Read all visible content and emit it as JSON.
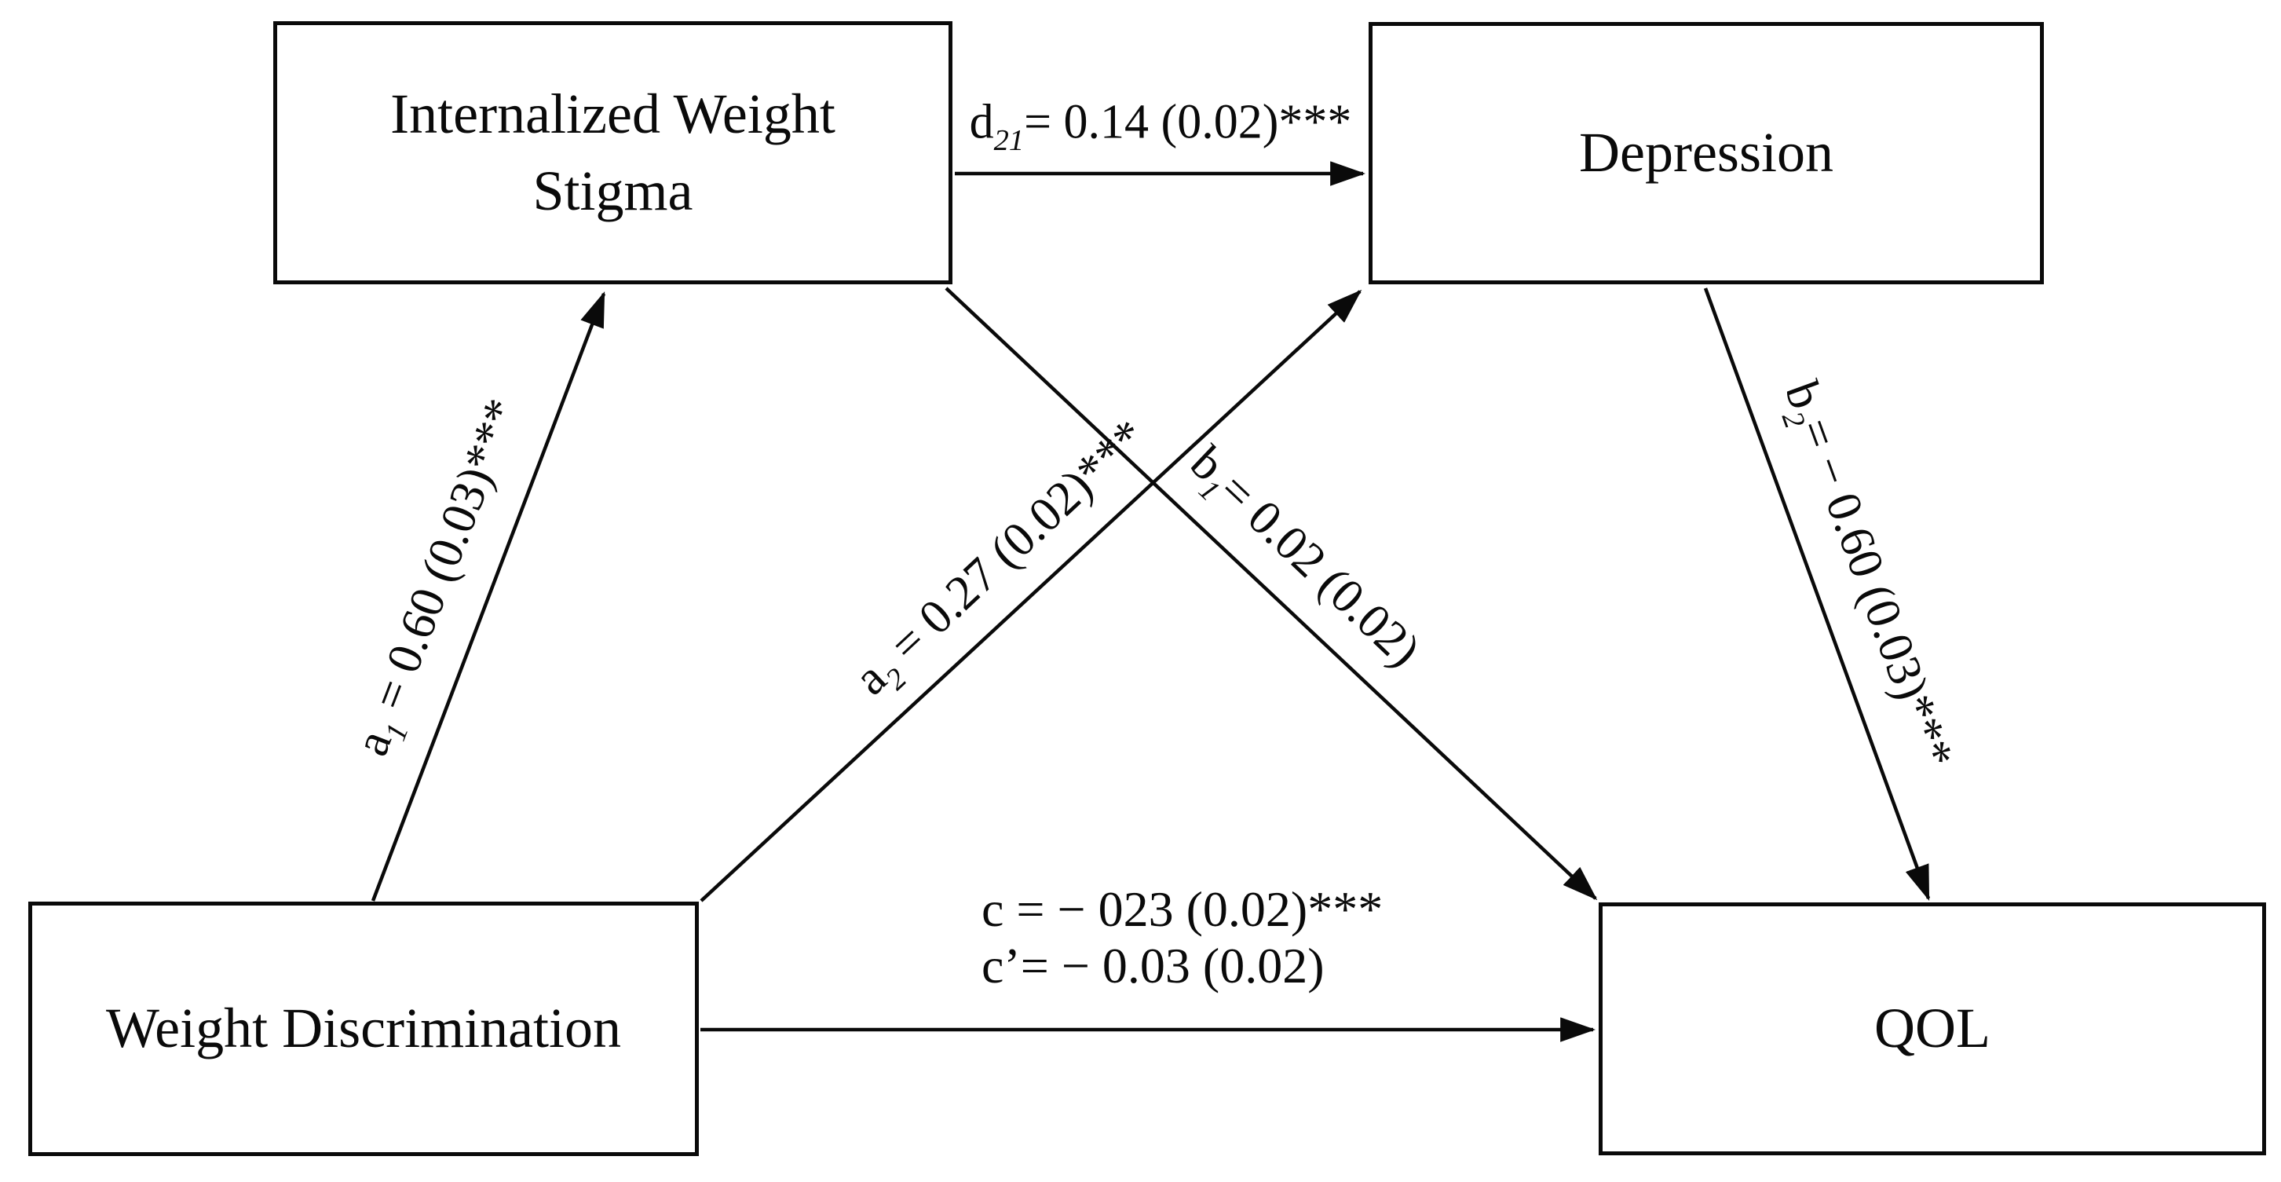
{
  "figure": {
    "background": "#ffffff",
    "ink": "#0a0a0a",
    "nodes": {
      "internalized_weight_stigma": {
        "lines": [
          "Internalized Weight",
          "Stigma"
        ]
      },
      "depression": {
        "label": "Depression"
      },
      "weight_discrimination": {
        "label": "Weight Discrimination"
      },
      "qol": {
        "label": "QOL"
      }
    },
    "paths": {
      "d21": {
        "sym": "d",
        "sub": "21",
        "value": "= 0.14 (0.02)***"
      },
      "a1": {
        "sym": "a",
        "sub": "1",
        "value": " = 0.60 (0.03)***"
      },
      "a2": {
        "sym": "a",
        "sub": "2",
        "value": " = 0.27 (0.02)***"
      },
      "b1": {
        "sym": "b",
        "sub": "1",
        "value": "= 0.02 (0.02)"
      },
      "b2": {
        "sym": "b",
        "sub": "2",
        "value": "= − 0.60 (0.03)***"
      },
      "c": {
        "line1": "c = − 023 (0.02)***",
        "line2": "c’= − 0.03 (0.02)"
      }
    }
  }
}
